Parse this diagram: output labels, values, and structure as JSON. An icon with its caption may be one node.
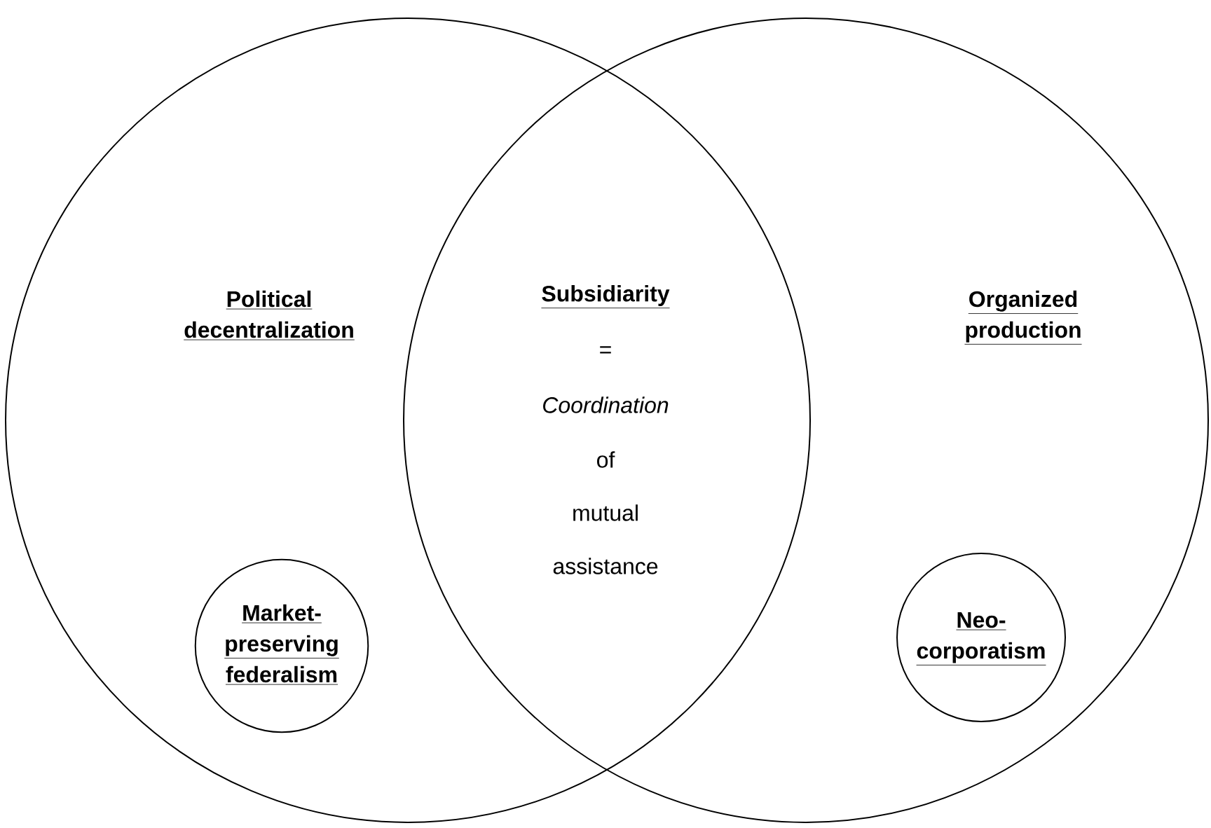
{
  "diagram": {
    "nodes": [
      {
        "text": [
          "Political decentralization"
        ]
      },
      {
        "text": [
          "Organized production"
        ]
      },
      {
        "text": [
          "Market-preserving federalism"
        ],
        "in": 0
      },
      {
        "text": [
          "Neo-corporatism"
        ],
        "in": 1
      }
    ],
    "labels": [
      "Subsidiarity",
      "=",
      "Coordination",
      "of",
      "mutual assistance"
    ]
  }
}
